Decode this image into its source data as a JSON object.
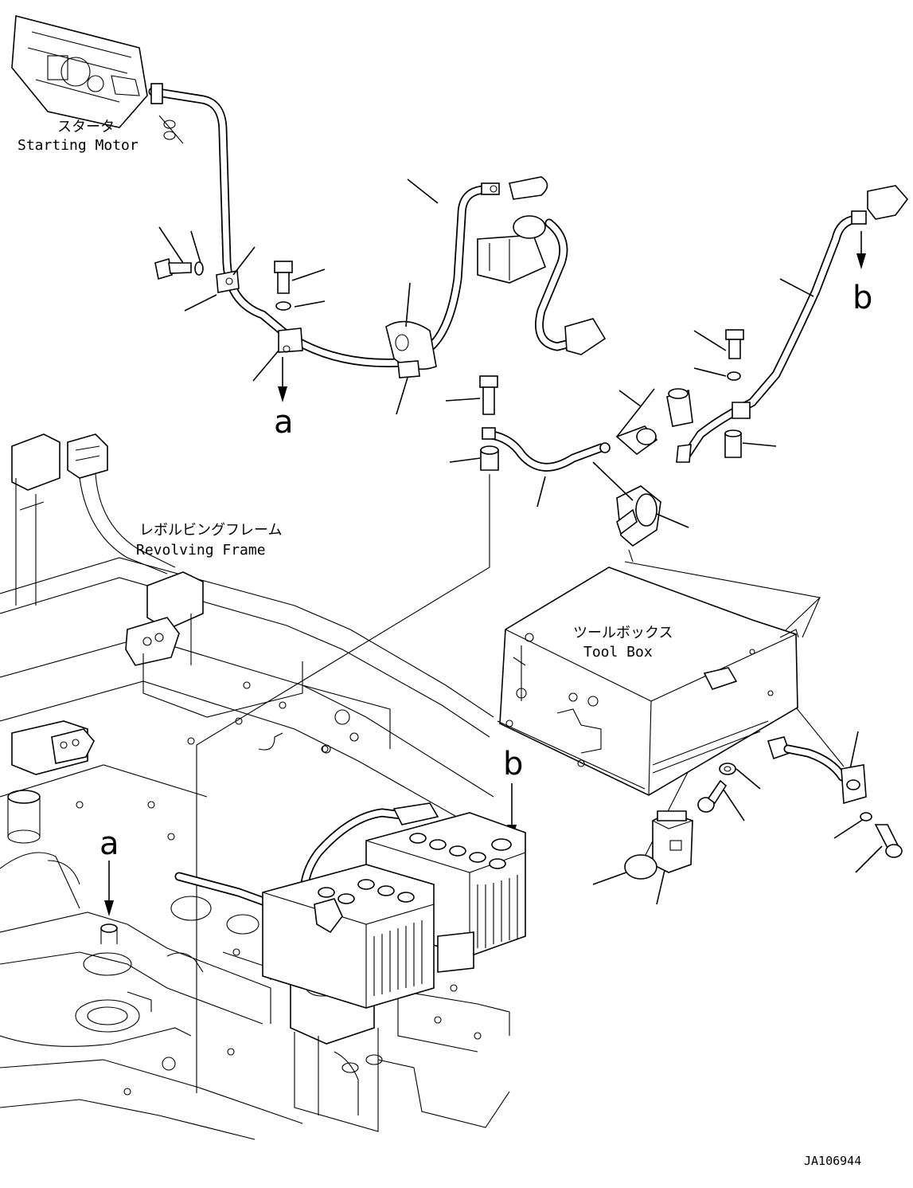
{
  "labels": {
    "starting_motor_jp": "スタータ",
    "starting_motor_en": "Starting Motor",
    "revolving_frame_jp": "レボルビングフレーム",
    "revolving_frame_en": "Revolving Frame",
    "tool_box_jp": "ツールボックス",
    "tool_box_en": "Tool Box"
  },
  "references": {
    "a_top": "a",
    "a_bottom": "a",
    "b_top": "b",
    "b_bottom": "b"
  },
  "drawing_code": "JA106944"
}
